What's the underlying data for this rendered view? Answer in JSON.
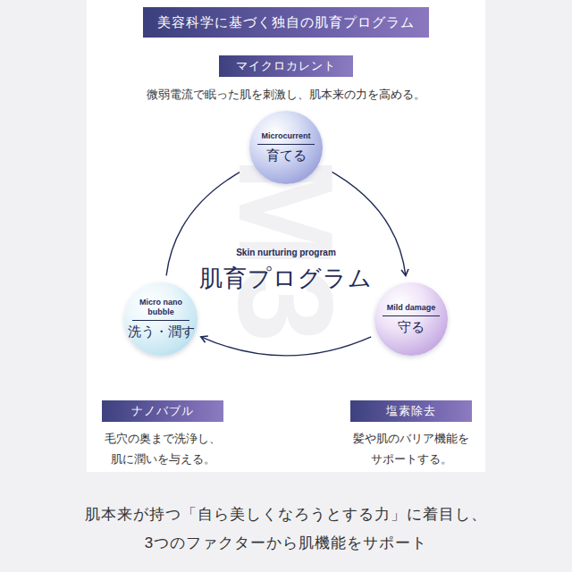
{
  "diagram": {
    "title": "美容科学に基づく独自の肌育プログラム",
    "caption": "肌本来が持つ「自ら美しくなろうとする力」に着目し、 3つのファクターから肌機能をサポート",
    "nodes": [
      {
        "text": [
          "マイクロカレント"
        ]
      },
      {
        "text": [
          "Microcurrent",
          "育てる"
        ]
      },
      {
        "text": [
          "Mild damage",
          "守る"
        ]
      },
      {
        "text": [
          "Micro nano bubble",
          "洗う・潤す"
        ]
      },
      {
        "text": [
          "ナノバブル"
        ]
      },
      {
        "text": [
          "塩素除去"
        ]
      }
    ],
    "edges": [
      {
        "from": 1,
        "to": 2,
        "arrow": "to"
      },
      {
        "from": 2,
        "to": 3,
        "arrow": "to"
      },
      {
        "from": 3,
        "to": 1,
        "arrow": "to"
      }
    ],
    "labels": [
      "微弱電流で眠った肌を刺激し、肌本来の力を高める。",
      "M3",
      "Skin nurturing program",
      "肌育プログラム",
      "毛穴の奥まで洗浄し、 肌に潤いを与える。",
      "髪や肌のバリア機能を サポートする。"
    ]
  }
}
